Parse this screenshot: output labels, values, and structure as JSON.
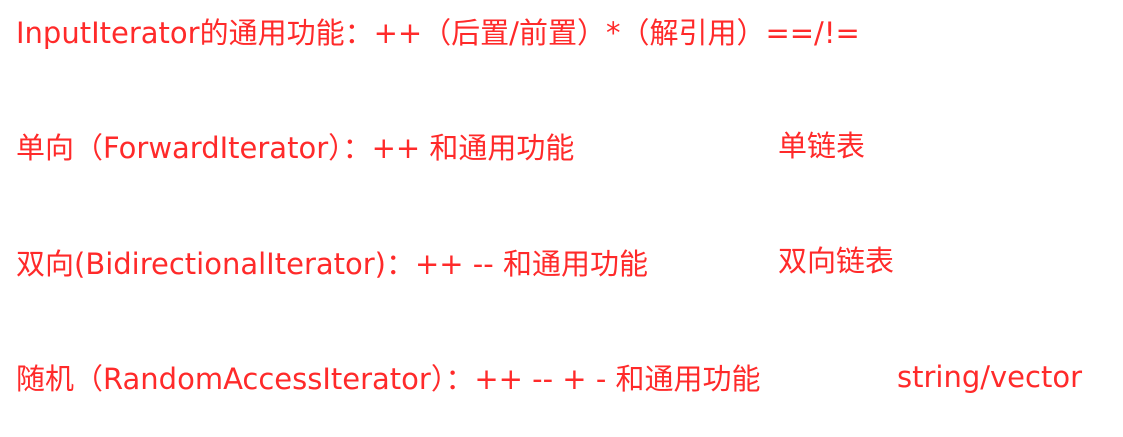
{
  "lines": [
    {
      "text": "InputIterator的通用功能：++（后置/前置）*（解引用）==/!="
    },
    {
      "text": "单向（ForwardIterator）：++ 和通用功能",
      "note": "单链表"
    },
    {
      "text": "双向(BidirectionalIterator)：++ -- 和通用功能",
      "note": "双向链表"
    },
    {
      "text": "随机（RandomAccessIterator）：++ -- + - 和通用功能",
      "note": "string/vector"
    }
  ],
  "colors": {
    "text": "#ff2a2a",
    "background": "#ffffff"
  }
}
